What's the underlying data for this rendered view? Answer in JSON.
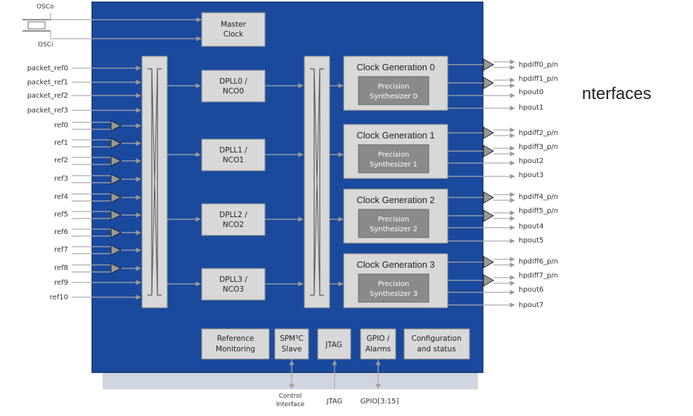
{
  "oscillator": {
    "top_label": "OSCo",
    "bottom_label": "OSCi"
  },
  "master_clock": [
    "Master",
    "Clock"
  ],
  "inputs": [
    "packet_ref0",
    "packet_ref1",
    "packet_ref2",
    "packet_ref3",
    "ref0",
    "ref1",
    "ref2",
    "ref3",
    "ref4",
    "ref5",
    "ref6",
    "ref7",
    "ref8",
    "ref9",
    "ref10"
  ],
  "dplls": [
    [
      "DPLL0 /",
      "NCO0"
    ],
    [
      "DPLL1 /",
      "NCO1"
    ],
    [
      "DPLL2 /",
      "NCO2"
    ],
    [
      "DPLL3 /",
      "NCO3"
    ]
  ],
  "clock_gens": [
    {
      "title": "Clock Generation 0",
      "synth": [
        "Precision",
        "Synthesizer 0"
      ],
      "outputs": [
        "hpdiff0_p/n",
        "hpdiff1_p/n",
        "hpout0",
        "hpout1"
      ]
    },
    {
      "title": "Clock Generation 1",
      "synth": [
        "Precision",
        "Synthesizer 1"
      ],
      "outputs": [
        "hpdiff2_p/n",
        "hpdiff3_p/n",
        "hpout2",
        "hpout3"
      ]
    },
    {
      "title": "Clock Generation 2",
      "synth": [
        "Precision",
        "Synthesizer 2"
      ],
      "outputs": [
        "hpdiff4_p/n",
        "hpdiff5_p/n",
        "hpout4",
        "hpout5"
      ]
    },
    {
      "title": "Clock Generation 3",
      "synth": [
        "Precision",
        "Synthesizer 3"
      ],
      "outputs": [
        "hpdiff6_p/n",
        "hpdiff7_p/n",
        "hpout6",
        "hpout7"
      ]
    }
  ],
  "bottom_blocks": {
    "ref_mon": [
      "Reference",
      "Monitoring"
    ],
    "spm": [
      "SPM³C",
      "Slave"
    ],
    "jtag": [
      "JTAG"
    ],
    "gpio": [
      "GPIO /",
      "Alarms"
    ],
    "config": [
      "Configuration",
      "and status"
    ]
  },
  "bottom_labels": {
    "control": [
      "Control",
      "Interface"
    ],
    "jtag": "JTAG",
    "gpio": "GPIO[3:15]"
  },
  "side_text": "nterfaces",
  "colors": {
    "chip_blue": "#1a4a9e",
    "block_gray": "#d8d8d8",
    "synth_gray": "#8a8a8a",
    "line_gray": "#999999"
  }
}
